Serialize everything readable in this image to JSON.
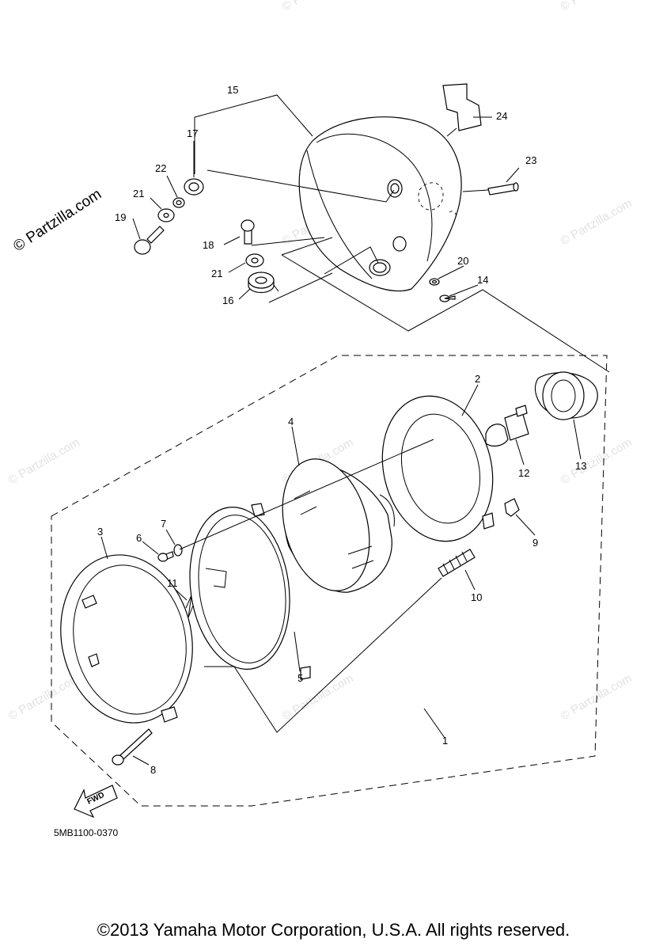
{
  "diagram": {
    "callouts": {
      "c1": "1",
      "c2": "2",
      "c3": "3",
      "c4": "4",
      "c5": "5",
      "c6": "6",
      "c7": "7",
      "c8": "8",
      "c9": "9",
      "c10": "10",
      "c11": "11",
      "c12": "12",
      "c13": "13",
      "c14": "14",
      "c15": "15",
      "c16": "16",
      "c17": "17",
      "c18": "18",
      "c19": "19",
      "c20": "20",
      "c21a": "21",
      "c21b": "21",
      "c22": "22",
      "c23": "23",
      "c24": "24"
    },
    "fwd_label": "FWD",
    "part_code": "5MB1100-0370",
    "watermark": "© Partzilla.com",
    "watermark_left": "© Partzilla.com"
  },
  "footer": {
    "copyright": "©2013 Yamaha Motor Corporation, U.S.A. All rights reserved."
  },
  "colors": {
    "line": "#000000",
    "background": "#ffffff",
    "watermark": "#e2e2e2"
  }
}
